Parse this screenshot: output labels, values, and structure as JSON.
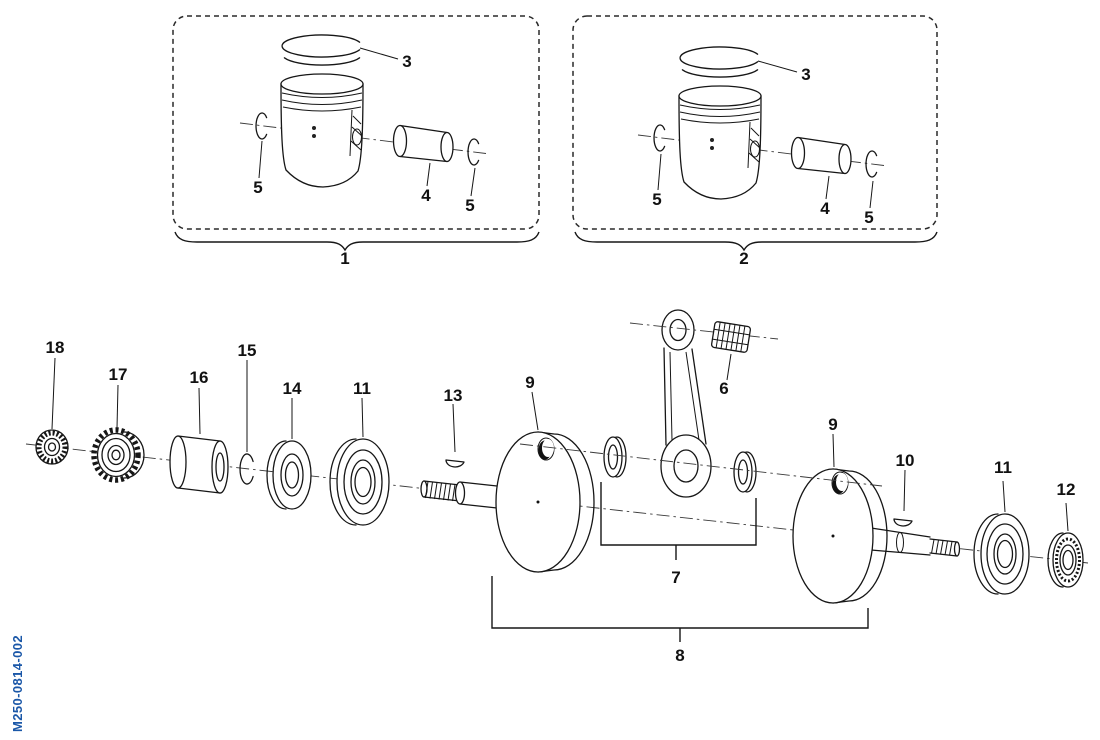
{
  "figure": {
    "drawing_code": "M250-0814-002",
    "callouts": {
      "group1": "1",
      "group2": "2",
      "ring1": "3",
      "pin1": "4",
      "clip1_left": "5",
      "clip1_right": "5",
      "ring2": "3",
      "pin2": "4",
      "clip2_left": "5",
      "clip2_right": "5",
      "needle_bearing": "6",
      "conrod_kit": "7",
      "crank_assembly": "8",
      "web_left": "9",
      "web_right": "9",
      "key_right": "10",
      "bearing_left": "11",
      "bearing_right": "11",
      "seal_right": "12",
      "key_left": "13",
      "seal_left": "14",
      "snap_ring": "15",
      "spacer": "16",
      "gear": "17",
      "nut": "18"
    }
  }
}
